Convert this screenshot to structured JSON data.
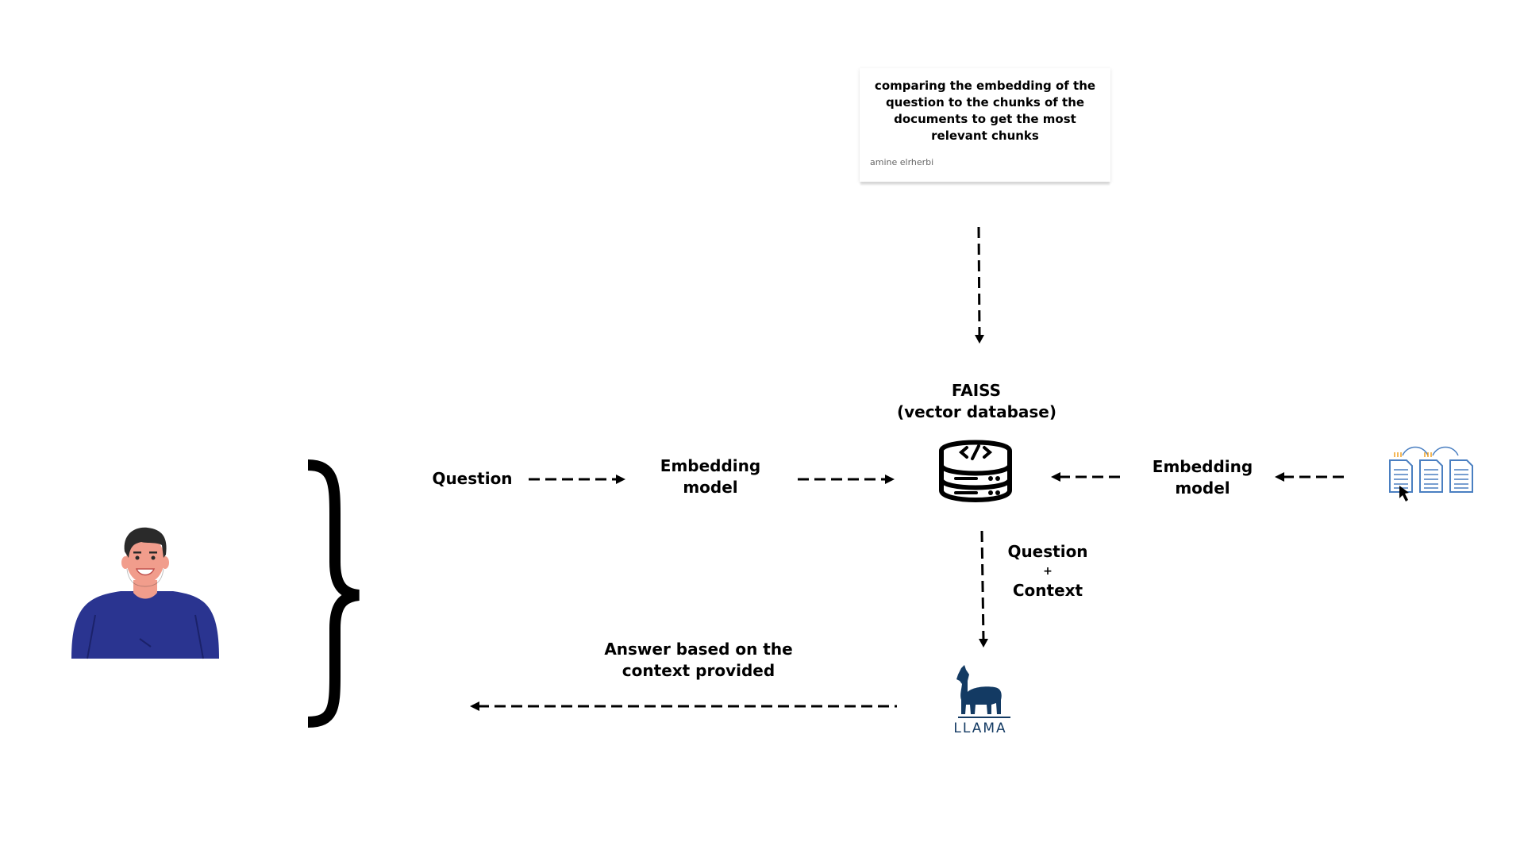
{
  "note": {
    "text": "comparing the embedding of the question to the chunks of the documents to get the most relevant chunks",
    "author": "amine elrherbi"
  },
  "faiss": {
    "title": "FAISS",
    "subtitle": "(vector database)"
  },
  "question_label": "Question",
  "embedding_left": {
    "line1": "Embedding",
    "line2": "model"
  },
  "embedding_right": {
    "line1": "Embedding",
    "line2": "model"
  },
  "question_context": {
    "line1": "Question",
    "plus": "+",
    "line2": "Context"
  },
  "answer": {
    "line1": "Answer based on the",
    "line2": "context provided"
  },
  "llama": {
    "logo_text": "LLAMA",
    "tagline": ""
  },
  "colors": {
    "shirt": "#2a3490",
    "skin": "#f19d8c",
    "hair": "#2a2a2a",
    "llama": "#133a63",
    "doc": "#4a7fc1",
    "sparkle": "#f0a020"
  }
}
